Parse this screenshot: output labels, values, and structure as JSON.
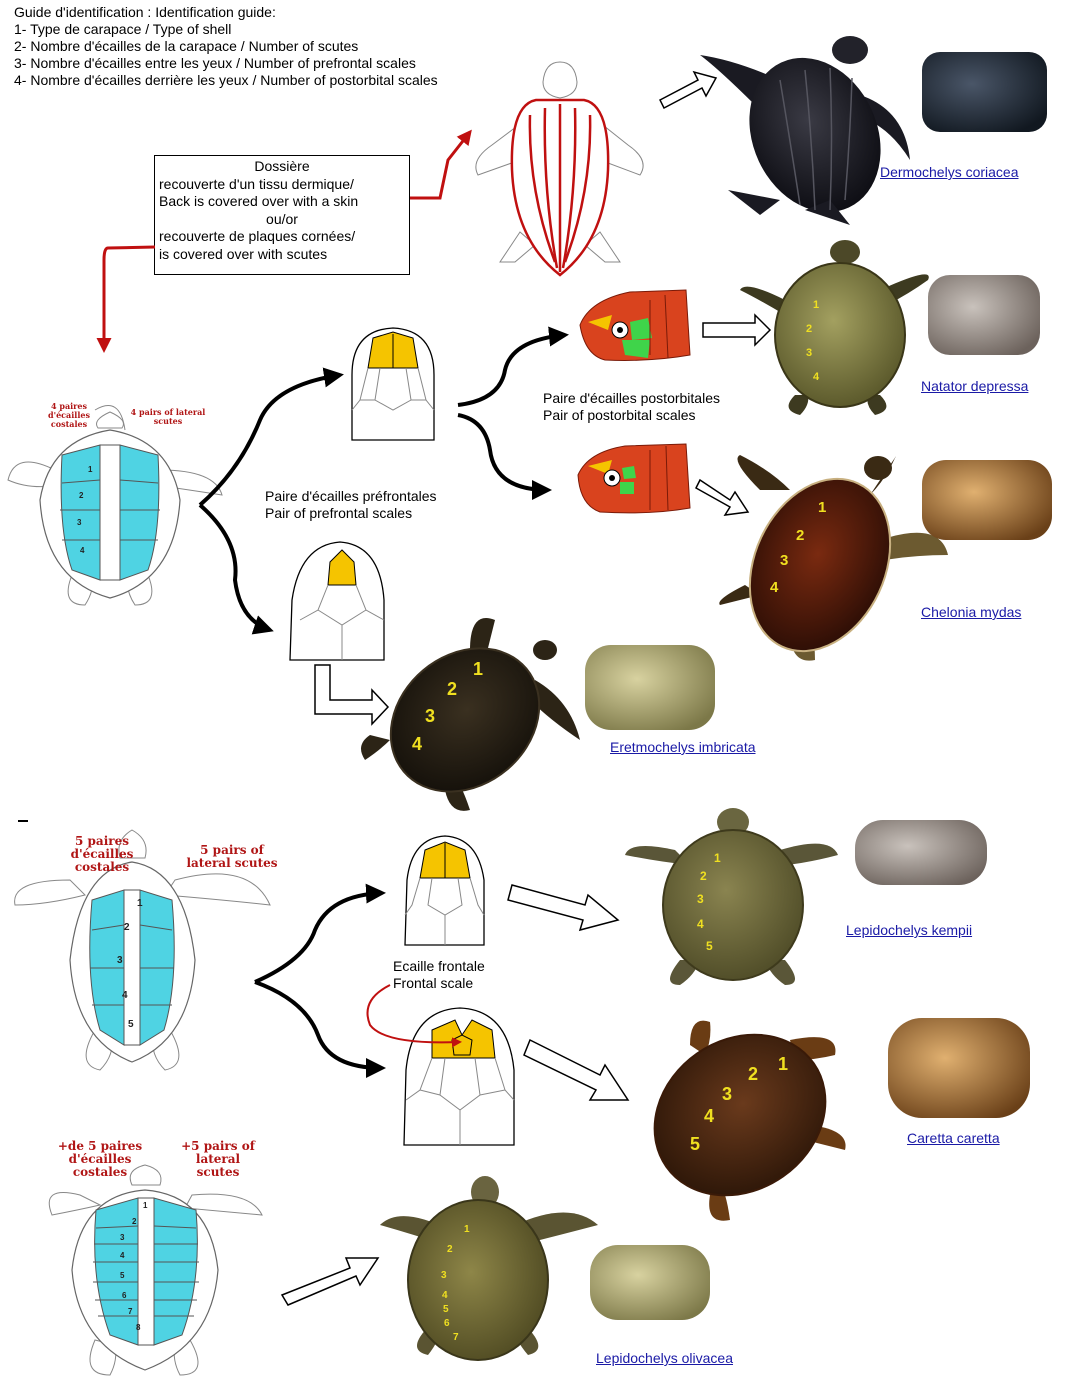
{
  "guide": {
    "title": "Guide d'identification : Identification guide:",
    "items": [
      "1- Type de carapace / Type of shell",
      "2- Nombre d'écailles de la carapace / Number of scutes",
      "3- Nombre d'écailles entre les yeux / Number of prefrontal scales",
      "4- Nombre d'écailles derrière les yeux / Number of postorbital scales"
    ]
  },
  "dossiere_box": {
    "lines": [
      "Dossière",
      "recouverte d'un tissu dermique/",
      "Back is covered over with a skin",
      "ou/or",
      "recouverte de plaques cornées/",
      "is covered over with scutes"
    ]
  },
  "lateral_labels": {
    "four_fr": "4 paires d'écailles costales",
    "four_en": "4 pairs of lateral scutes",
    "five_fr": "5 paires d'écailles costales",
    "five_en": "5 pairs of lateral scutes",
    "more_fr": "+de 5 paires d'écailles costales",
    "more_en": "+5 pairs of lateral scutes"
  },
  "annotations": {
    "postorbital_fr": "Paire d'écailles postorbitales",
    "postorbital_en": "Pair of postorbital scales",
    "prefrontal_fr": "Paire d'écailles préfrontales",
    "prefrontal_en": "Pair of prefrontal scales",
    "frontal_fr": "Ecaille frontale",
    "frontal_en": "Frontal scale"
  },
  "species": [
    "Dermochelys coriacea",
    "Natator depressa",
    "Chelonia mydas",
    "Eretmochelys imbricata",
    "Lepidochelys kempii",
    "Caretta caretta",
    "Lepidochelys olivacea"
  ],
  "scute_numbers": {
    "four": [
      "1",
      "2",
      "3",
      "4"
    ],
    "five": [
      "1",
      "2",
      "3",
      "4",
      "5"
    ],
    "eight": [
      "1",
      "2",
      "3",
      "4",
      "5",
      "6",
      "7",
      "8"
    ],
    "seven": [
      "1",
      "2",
      "3",
      "4",
      "5",
      "6",
      "7"
    ]
  },
  "colors": {
    "scute_highlight": "#4fd3e3",
    "head_scale_highlight": "#f5c400",
    "postorbital_green": "#3fd44a",
    "head_red": "#d9431e",
    "arrow_red": "#c01010",
    "link_blue": "#1a1aa6"
  }
}
